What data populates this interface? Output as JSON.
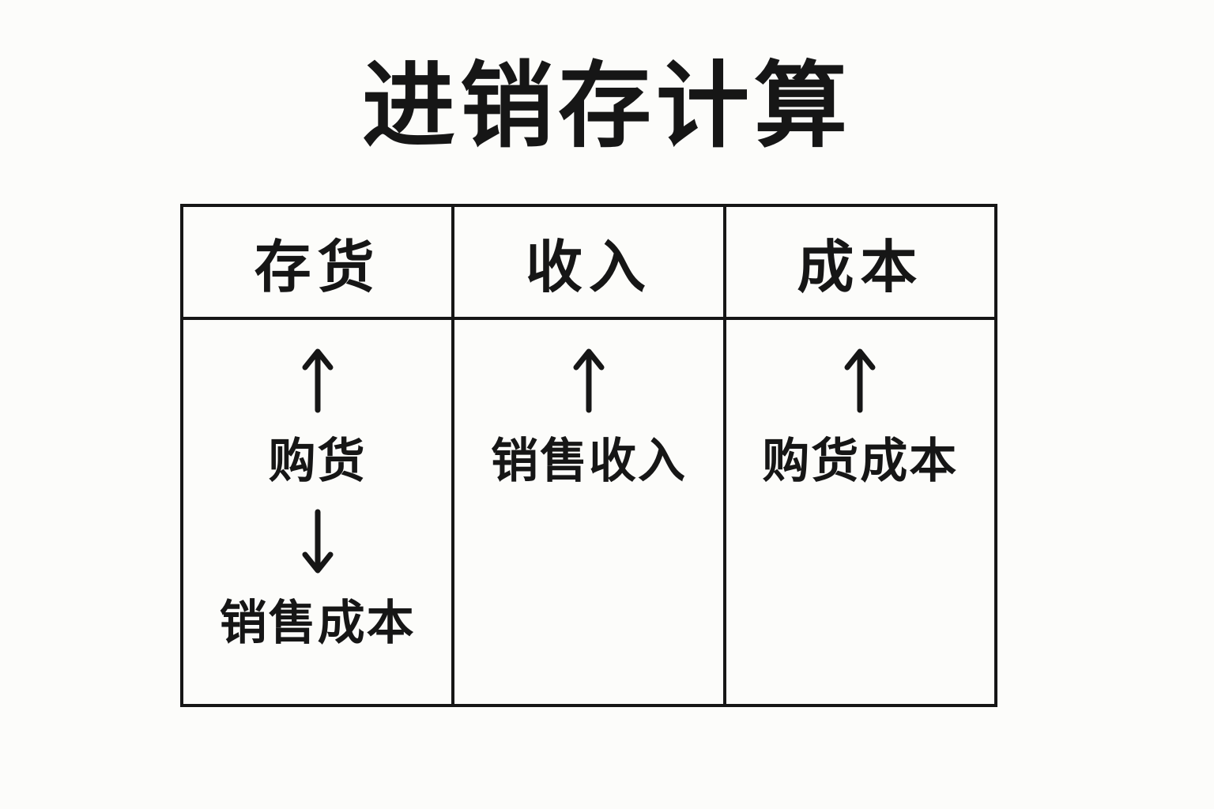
{
  "page": {
    "title": "进销存计算"
  },
  "colors": {
    "background": "#fcfcfa",
    "border": "#161616",
    "text": "#161616"
  },
  "table": {
    "columns": [
      {
        "header": "存货",
        "arrows": [
          "up",
          "down"
        ],
        "rows": [
          "购货",
          "销售成本"
        ]
      },
      {
        "header": "收入",
        "arrows": [
          "up"
        ],
        "rows": [
          "销售收入"
        ]
      },
      {
        "header": "成本",
        "arrows": [
          "up"
        ],
        "rows": [
          "购货成本"
        ]
      }
    ]
  }
}
